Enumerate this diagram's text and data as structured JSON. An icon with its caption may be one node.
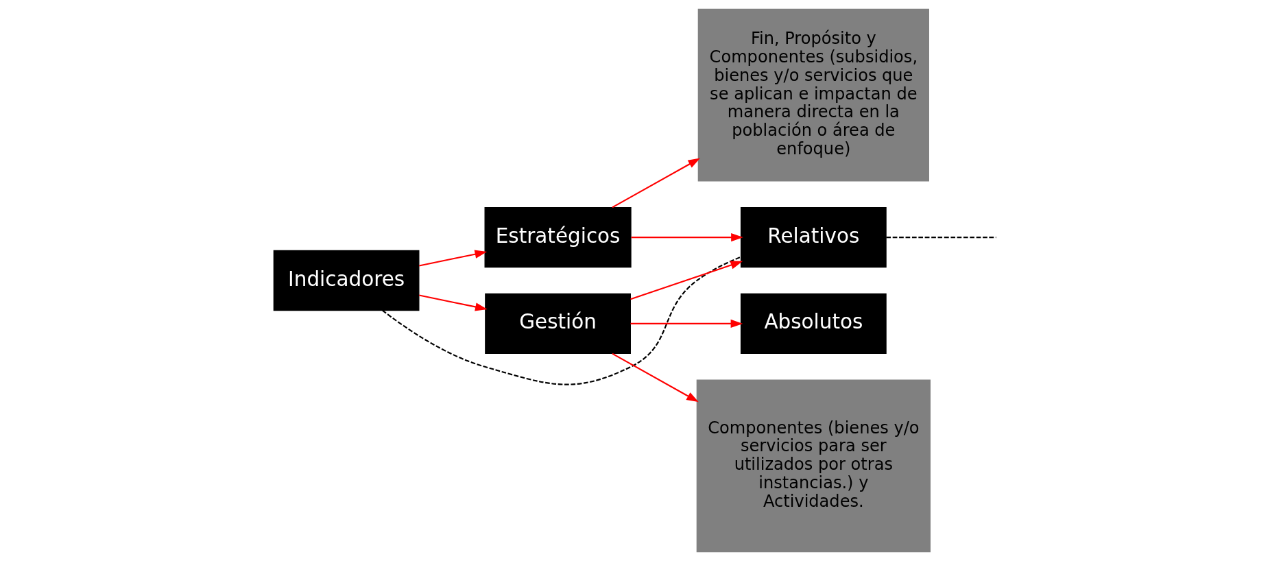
{
  "diagram": {
    "nodes": [
      {
        "text": [
          "Indicadores"
        ]
      },
      {
        "text": [
          "Estratégicos"
        ]
      },
      {
        "text": [
          "Gestión"
        ]
      },
      {
        "text": [
          "Relativos"
        ]
      },
      {
        "text": [
          "Absolutos"
        ]
      },
      {
        "text": [
          "Fin, Propósito y Componentes (subsidios, bienes y/o servicios que se aplican e impactan de manera directa en la población o área de enfoque)"
        ]
      },
      {
        "text": [
          "Componentes (bienes y/o servicios para ser utilizados por otras instancias.) y Actividades."
        ]
      }
    ],
    "edges": [
      {
        "from": 0,
        "to": 1,
        "arrow": "to"
      },
      {
        "from": 0,
        "to": 2,
        "arrow": "to"
      },
      {
        "from": 0,
        "to": 3,
        "arrow": "none",
        "style": "dashed",
        "color": "#000000"
      },
      {
        "from": 1,
        "to": 3,
        "arrow": "to"
      },
      {
        "from": 2,
        "to": 3,
        "arrow": "to"
      },
      {
        "from": 2,
        "to": 4,
        "arrow": "to"
      },
      {
        "from": 1,
        "to": 5,
        "arrow": "to"
      },
      {
        "from": 2,
        "to": 6,
        "arrow": "to"
      },
      {
        "from": 3,
        "to": null,
        "arrow": "none",
        "style": "dashed",
        "color": "#000000"
      }
    ]
  }
}
